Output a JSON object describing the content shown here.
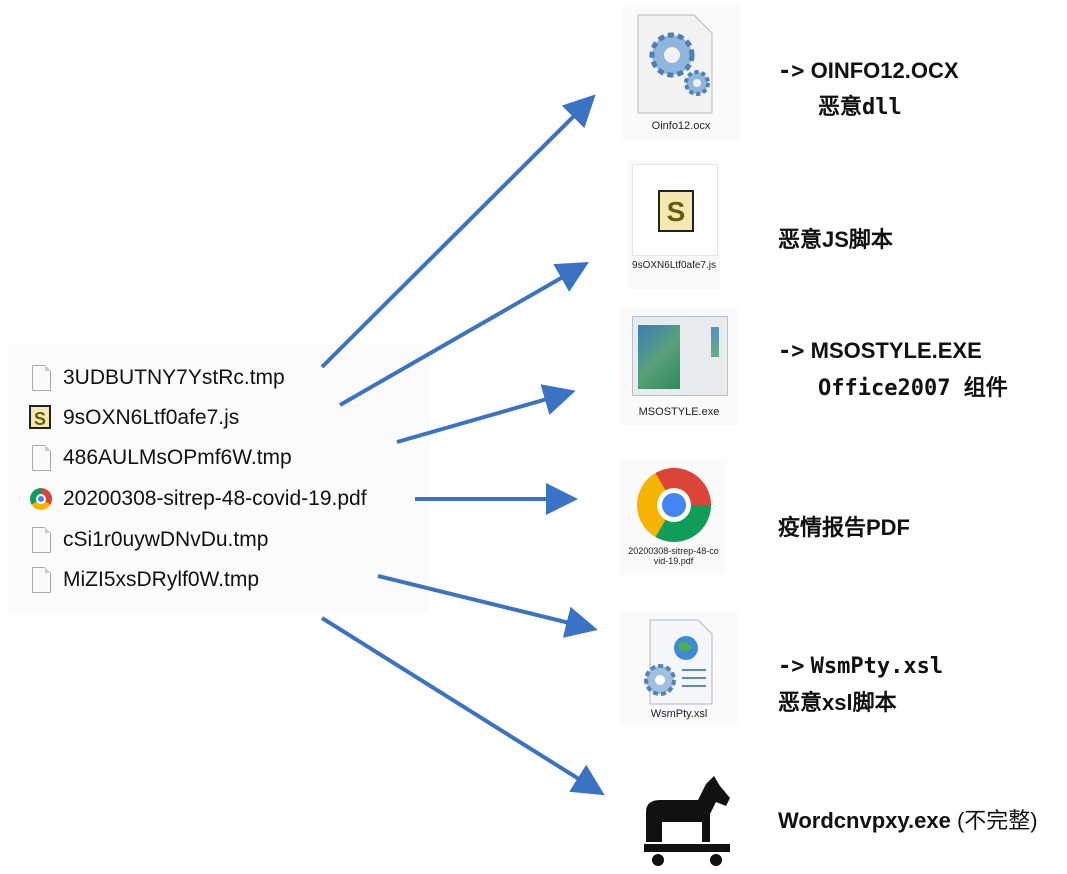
{
  "files": [
    {
      "name": "3UDBUTNY7YstRc.tmp",
      "icon": "blank-file-icon"
    },
    {
      "name": "9sOXN6Ltf0afe7.js",
      "icon": "script-icon"
    },
    {
      "name": "486AULMsOPmf6W.tmp",
      "icon": "blank-file-icon"
    },
    {
      "name": "20200308-sitrep-48-covid-19.pdf",
      "icon": "chrome-icon"
    },
    {
      "name": "cSi1r0uywDNvDu.tmp",
      "icon": "blank-file-icon"
    },
    {
      "name": "MiZI5xsDRylf0W.tmp",
      "icon": "blank-file-icon"
    }
  ],
  "targets": [
    {
      "caption": "Oinfo12.ocx",
      "arrow": "->",
      "title": "OINFO12.OCX",
      "desc": "恶意dll"
    },
    {
      "caption": "9sOXN6Ltf0afe7.js",
      "title": "恶意JS脚本"
    },
    {
      "caption": "MSOSTYLE.exe",
      "arrow": "->",
      "title": "MSOSTYLE.EXE",
      "desc": "Office2007 组件"
    },
    {
      "caption": "20200308-sitrep-48-covid-19.pdf",
      "title": "疫情报告PDF"
    },
    {
      "caption": "WsmPty.xsl",
      "arrow": "->",
      "title": "WsmPty.xsl",
      "desc": "恶意xsl脚本"
    },
    {
      "title": "Wordcnvpxy.exe",
      "note": "(不完整)"
    }
  ],
  "colors": {
    "arrow": "#3a72c4"
  }
}
